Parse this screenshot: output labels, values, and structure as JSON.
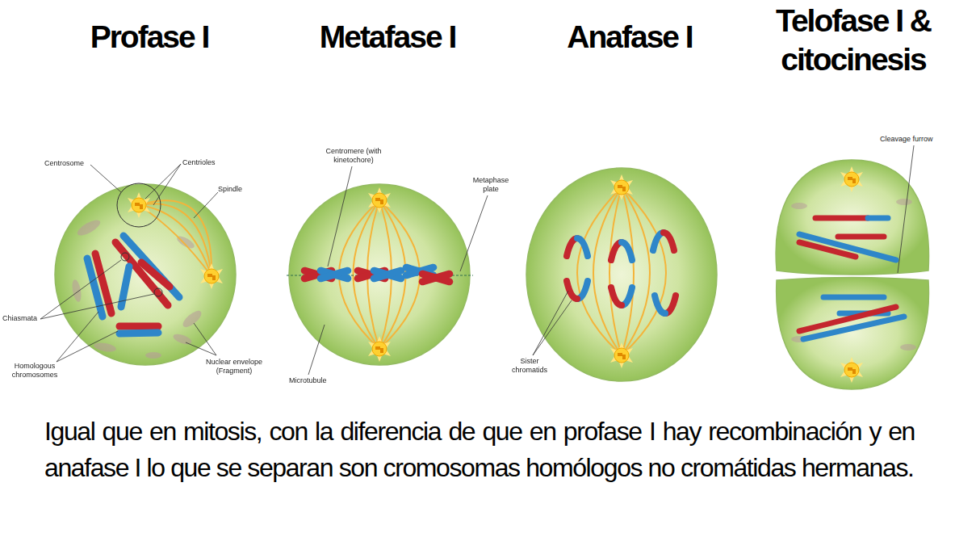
{
  "diagram": {
    "caption": "Igual que en mitosis, con la diferencia de que en profase I hay recombinación y en anafase I lo que se separan son cromosomas homólogos no cromátidas hermanas.",
    "labels": [
      "Profase I",
      "Metafase I",
      "Anafase I",
      "Telofase I & citocinesis",
      "Centrosome",
      "Centrioles",
      "Spindle",
      "Chiasmata",
      "Homologous chromosomes",
      "Nuclear envelope (Fragment)",
      "Centromere (with kinetochore)",
      "Metaphase plate",
      "Microtubule",
      "Sister chromatids",
      "Cleavage furrow"
    ]
  }
}
